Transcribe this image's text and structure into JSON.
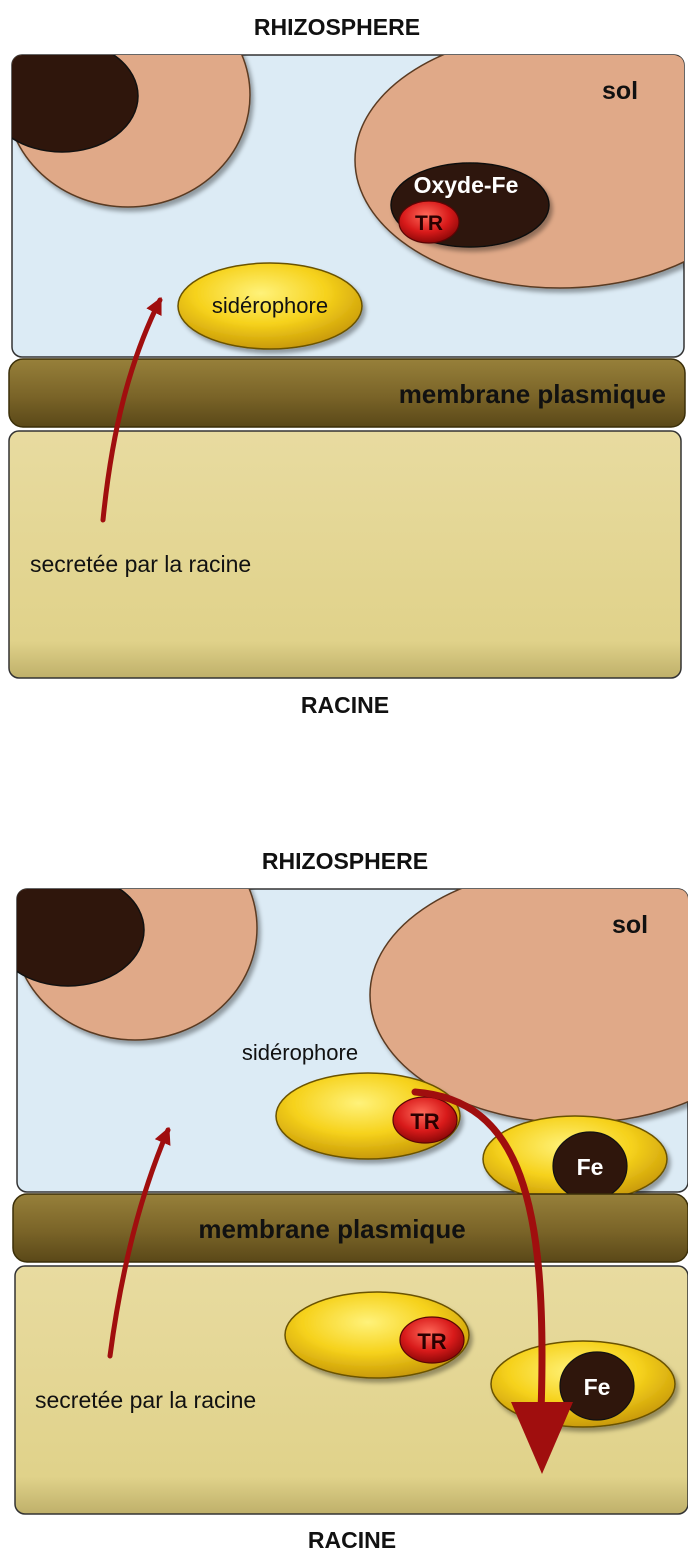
{
  "panels": [
    {
      "title_top": "RHIZOSPHERE",
      "title_bottom": "RACINE",
      "soil_label": "sol",
      "membrane_label": "membrane plasmique",
      "oxide_label": "Oxyde-Fe",
      "tr_label": "TR",
      "siderophore_label": "sidérophore",
      "secreted_label": "secretée par la racine"
    },
    {
      "title_top": "RHIZOSPHERE",
      "title_bottom": "RACINE",
      "soil_label": "sol",
      "membrane_label": "membrane plasmique",
      "siderophore_label": "sidérophore",
      "tr_label_soil": "TR",
      "fe_label_soil": "Fe",
      "tr_label_root": "TR",
      "fe_label_root": "Fe",
      "secreted_label": "secretée par la racine"
    }
  ],
  "colors": {
    "rhizosphere_bg": "#dcebf5",
    "soil_particle": "#e0a988",
    "dark_particle": "#2f160c",
    "membrane": "#7a6428",
    "root": "#e2d48f",
    "siderophore": "#f6d21c",
    "tr_red": "#d81a1a",
    "arrow_red": "#a00e0e"
  }
}
